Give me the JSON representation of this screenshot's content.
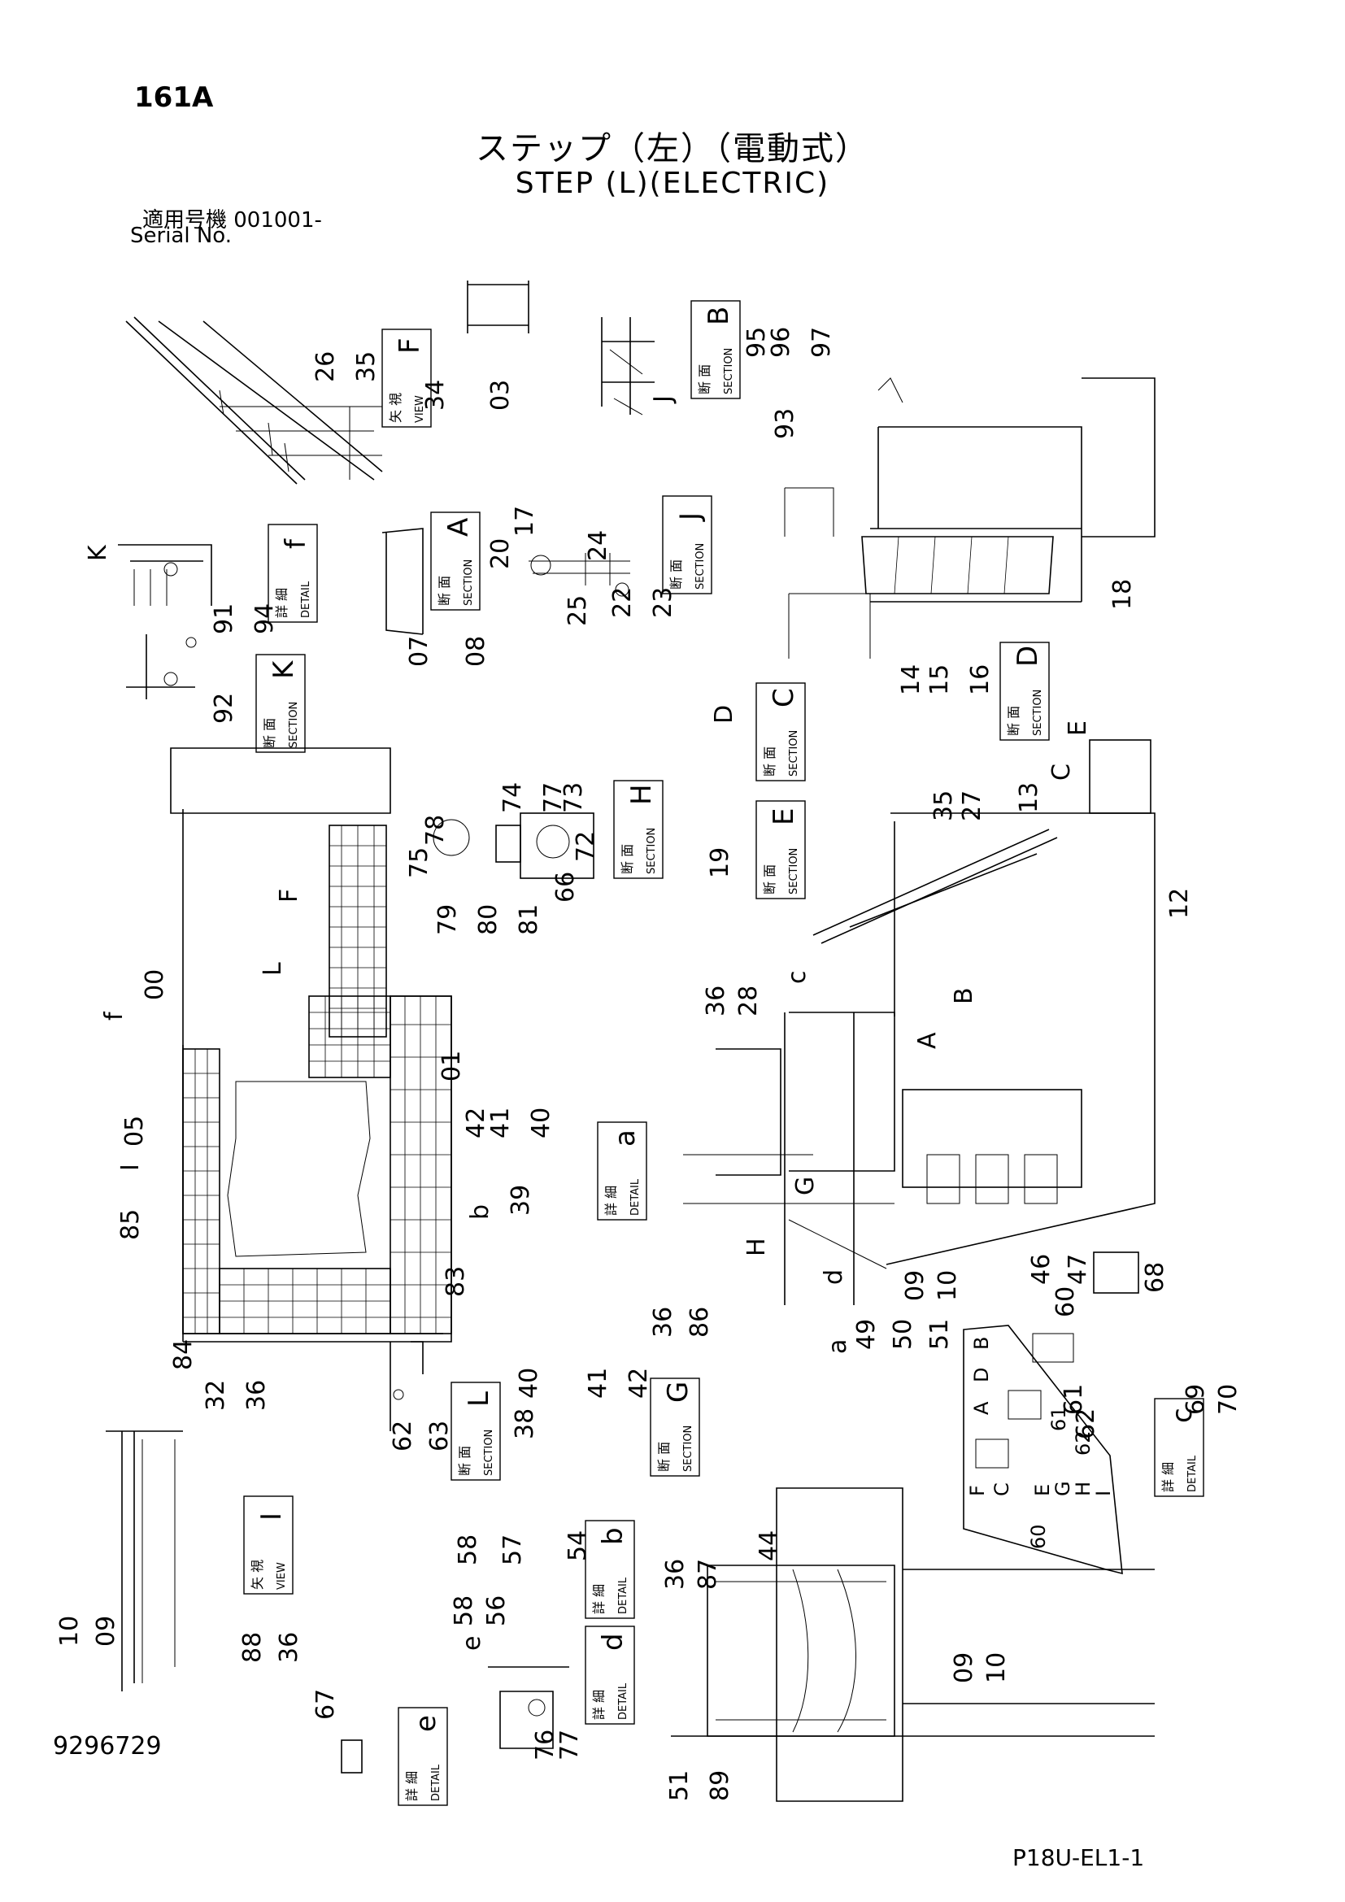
{
  "header": {
    "page_no": "161A",
    "title_jp": "ステップ（左）（電動式）",
    "title_en": "STEP (L)(ELECTRIC)",
    "serial_jp": "適用号機  001001-",
    "serial_en": "Serial No."
  },
  "footer": {
    "doc_number": "9296729",
    "drawing_code": "P18U-EL1-1"
  },
  "view_boxes": [
    {
      "id": "view-f",
      "jp": "矢 視",
      "en": "VIEW",
      "letter": "F"
    },
    {
      "id": "section-b",
      "jp": "断 面",
      "en": "SECTION",
      "letter": "B"
    },
    {
      "id": "detail-f",
      "jp": "詳 細",
      "en": "DETAIL",
      "letter": "f"
    },
    {
      "id": "section-a",
      "jp": "断 面",
      "en": "SECTION",
      "letter": "A"
    },
    {
      "id": "section-j",
      "jp": "断 面",
      "en": "SECTION",
      "letter": "J"
    },
    {
      "id": "section-k",
      "jp": "断 面",
      "en": "SECTION",
      "letter": "K"
    },
    {
      "id": "section-d",
      "jp": "断 面",
      "en": "SECTION",
      "letter": "D"
    },
    {
      "id": "section-c",
      "jp": "断 面",
      "en": "SECTION",
      "letter": "C"
    },
    {
      "id": "section-h",
      "jp": "断 面",
      "en": "SECTION",
      "letter": "H"
    },
    {
      "id": "section-e",
      "jp": "断 面",
      "en": "SECTION",
      "letter": "E"
    },
    {
      "id": "detail-a",
      "jp": "詳 細",
      "en": "DETAIL",
      "letter": "a"
    },
    {
      "id": "section-l",
      "jp": "断 面",
      "en": "SECTION",
      "letter": "L"
    },
    {
      "id": "section-g",
      "jp": "断 面",
      "en": "SECTION",
      "letter": "G"
    },
    {
      "id": "detail-c",
      "jp": "詳 細",
      "en": "DETAIL",
      "letter": "c"
    },
    {
      "id": "view-i",
      "jp": "矢 視",
      "en": "VIEW",
      "letter": "I"
    },
    {
      "id": "detail-b",
      "jp": "詳 細",
      "en": "DETAIL",
      "letter": "b"
    },
    {
      "id": "detail-d",
      "jp": "詳 細",
      "en": "DETAIL",
      "letter": "d"
    },
    {
      "id": "detail-e",
      "jp": "詳 細",
      "en": "DETAIL",
      "letter": "e"
    }
  ],
  "callouts": [
    "26",
    "35",
    "34",
    "03",
    "95",
    "96",
    "97",
    "93",
    "17",
    "24",
    "20",
    "25",
    "22",
    "23",
    "18",
    "91",
    "94",
    "07",
    "08",
    "92",
    "14",
    "15",
    "16",
    "78",
    "74",
    "77",
    "73",
    "75",
    "72",
    "79",
    "80",
    "81",
    "66",
    "19",
    "35",
    "27",
    "13",
    "12",
    "00",
    "36",
    "28",
    "01",
    "42",
    "41",
    "40",
    "05",
    "39",
    "85",
    "46",
    "47",
    "83",
    "84",
    "09",
    "10",
    "36",
    "86",
    "49",
    "50",
    "51",
    "68",
    "60",
    "69",
    "70",
    "61",
    "62",
    "32",
    "36",
    "40",
    "41",
    "42",
    "38",
    "62",
    "63",
    "58",
    "57",
    "54",
    "58",
    "56",
    "36",
    "87",
    "44",
    "10",
    "09",
    "88",
    "36",
    "67",
    "76",
    "77",
    "09",
    "10",
    "51",
    "89"
  ],
  "letters": [
    "f",
    "b",
    "c",
    "d",
    "a",
    "e",
    "K",
    "F",
    "L",
    "I",
    "J",
    "B",
    "A",
    "G",
    "H",
    "D",
    "C",
    "E"
  ],
  "detail_c_labels": [
    "B",
    "D",
    "A",
    "61",
    "62",
    "F",
    "C",
    "E",
    "G",
    "H",
    "I",
    "60"
  ]
}
